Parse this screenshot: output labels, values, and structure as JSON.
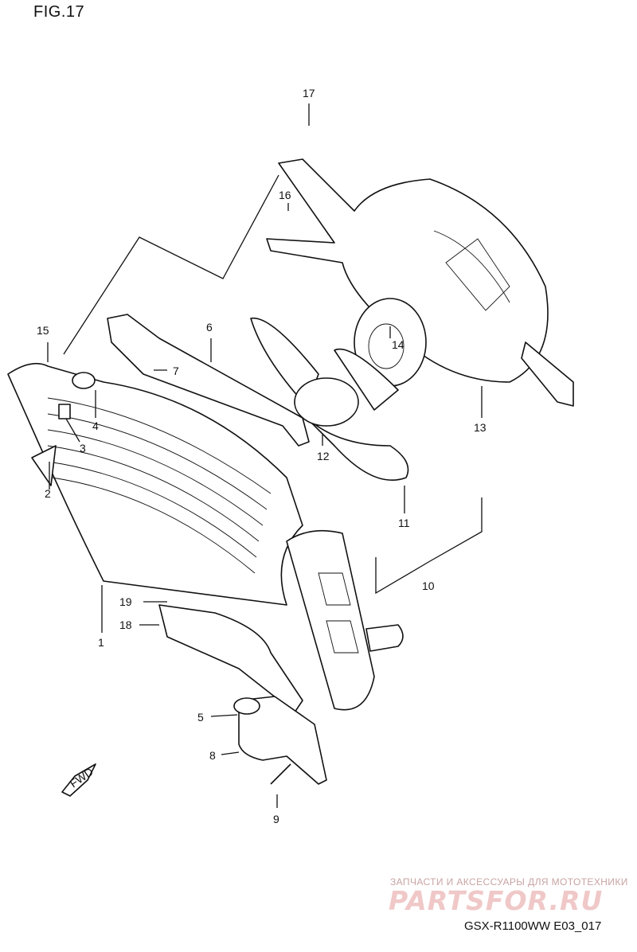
{
  "figure": {
    "title": "FIG.17",
    "model_code": "GSX-R1100WW  E03_017"
  },
  "fwd_label": "FWD",
  "watermark": {
    "tagline": "ЗАПЧАСТИ И АКСЕССУАРЫ ДЛЯ МОТОТЕХНИКИ",
    "logo": "PARTSFOR.RU"
  },
  "callouts": [
    "1",
    "2",
    "3",
    "4",
    "5",
    "6",
    "7",
    "8",
    "9",
    "10",
    "11",
    "12",
    "13",
    "14",
    "15",
    "16",
    "17",
    "18",
    "19"
  ]
}
